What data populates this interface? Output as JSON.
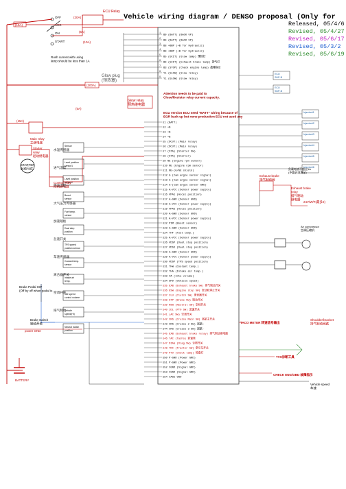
{
  "title": "Vehicle wiring diagram / DENSO proposal (Only for",
  "revisions": [
    {
      "text": "Released, 05/4/6",
      "color": "#000000"
    },
    {
      "text": "Revised, 05/4/27",
      "color": "#2e8b2e"
    },
    {
      "text": "Revised, 05/6/17",
      "color": "#c020c0"
    },
    {
      "text": "Revised, 05/3/2",
      "color": "#2060d0"
    },
    {
      "text": "Revised, 05/6/19",
      "color": "#2e8b2e"
    }
  ],
  "ignition": {
    "off": "OFF",
    "acc": "ACC",
    "on": "ON",
    "start": "START"
  },
  "relays": {
    "ecu_relay": "ECU Relay",
    "main_relay": "Main relay\n主继电器",
    "starter_relay": "Starter\nrelay\n起动继电器",
    "control_relay": "Control relay\n控制继电器",
    "glow_relay": "Glow relay\n预热继电器"
  },
  "fuses": {
    "f1": "(15A)",
    "f2": "(20A)",
    "f3": "(5A)",
    "f4": "(10A)",
    "f5": "(15A)",
    "f6": "(200A)",
    "f7": "(5A)",
    "f8": "(15A)"
  },
  "notes": {
    "rush": "Rush current with using\nlamp should be less than 1A",
    "glow_plug": "Glow plug\n(预热塞)",
    "attention": "Attention needs to be paid to\nClose/Resistor relay current capacity.",
    "ecu_version": "ECU version ECU need \"BATT\" wiring because of\nEGR back-up but none production ECU not used any",
    "brake_pedal": "Brake Pedal SW\n(Off by off when pedal is",
    "brake_switch": "Brake Switch\n制动开关",
    "starter_motor": "STARTER\n起动马达",
    "battery": "BATTERY",
    "power": "power GND",
    "exhaust_relay": "Exhaust brake\nrelay\n排气制动\n继电器",
    "exhaust_valve": "Exhaust brake\n排气制动阀",
    "load_note": "负载电流不超过1A\n(不要必须满足)",
    "valve_note": "24V/W/T(最多2)",
    "ac_compressor": "Air compressor\n空调压缩机",
    "tacho": "TACO METER 转速信号输出",
    "vehicle_speed": "Vehicle speed\n车速",
    "shoulder": "Shoulder/bracket\n排气制动阀路",
    "tvs": "TVS诊断工具",
    "check": "CHECK ENG/OBD 故障指示"
  },
  "side_labels": [
    "水温传感器",
    "进气温度",
    "燃油温度",
    "大气压力传感器",
    "加速踏板",
    "怠速开关",
    "车速传感器",
    "离合器开关",
    "空调开关",
    "排气制动"
  ],
  "sensor_boxes": [
    "Sensor",
    "Level position sensor1",
    "Level position sensor2",
    "Boost sensor",
    "Fuel temp. sensor",
    "Dual step position",
    "TPS speed position sensor",
    "Coolant temp. sensor",
    "Intake air temp.",
    "Idle speed control volume",
    "Vehicle speed(Hi)",
    "Neutral switch position"
  ],
  "top_pins": [
    {
      "n": "1",
      "l": "B9 (BATT) (BACK UP)"
    },
    {
      "n": "2",
      "l": "B9 (BATT) (BACK UP)"
    },
    {
      "n": "3",
      "l": "B8 +BBP (+B for Hydraulic)"
    },
    {
      "n": "4",
      "l": "B8 +BBP (+B for Hydraulic)"
    },
    {
      "n": "5",
      "l": "B5 (GCIT) (Glow lamp) 预热灯"
    },
    {
      "n": "6",
      "l": "B9 (GCIT) (Exhaust brake lamp) 排气灯"
    },
    {
      "n": "7",
      "l": "B3 (STOP) (Check engine lamp) 故障指示"
    },
    {
      "n": "8",
      "l": "Y1 (GLOW) (Glow relay)"
    },
    {
      "n": "9",
      "l": "Y1 (GLOW) (Glow relay)"
    }
  ],
  "ecu_pins": [
    "E1 (BATT)",
    "E2 +B",
    "E3 +B",
    "E4 +B",
    "E5 (DCUT) (Main relay)",
    "E6 (DCUT) (Main relay)",
    "E7 (STA) (Starter SW)",
    "E8 (STA) (Starter)",
    "E9 NE (Engine rpm sensor)",
    "E10 NE (Engine rpm sensor)",
    "E11 NE-(G/NE shield)",
    "E12 G (Cam angle sensor signal)",
    "E13 G (Cam angle sensor signal)",
    "E14 G-(Cam angle sensor GND)",
    "E15 A-VCC (Sensor power supply)",
    "E16 VPA1 (Accel position)",
    "E17 A-GND (Sensor GND)",
    "E18 A-VCC (Sensor power supply)",
    "E19 VPA2 (Accel position)",
    "E20 A-GND (Sensor GND)",
    "E21 A-VCC (Sensor power supply)",
    "E22 PIM (Boost sensor)",
    "E23 A-GND (Sensor GND)",
    "E24 THF (Fuel temp.)",
    "E25 A-VCC (Sensor power supply)",
    "E26 VDSP (Dual step position)",
    "E27 VDS2 (Dual step position)",
    "E28 A-GND (Sensor GND)",
    "E29 A-VCC (Sensor power supply)",
    "E30 VDSP (TPS speed position)",
    "E31 THW (Coolant temp.)",
    "E32 THA (Intake air temp.)",
    "E33 VA (Idle volume)",
    "E34 SPD (Vehicle speed)",
    "E35 EXB (Exhaust brake SW) 排气制动开关",
    "E36 ESW (Engine stop SW) 发动机停止开关",
    "E37 CLU (Clutch SW) 离合器开关",
    "E38 STP (Brake SW) 制动开关",
    "E39 NSW (Neutral SW) 空档开关",
    "E40 IDL (PTO SW) 怠速开关",
    "E41 (AC SW) 空调开关",
    "E42 CRS (Cruise Main SW) 巡航主开关",
    "E43 CRS (Cruise 2 SW) 巡航+",
    "E44 CRS (Cruise 3 SW) 巡航-",
    "E45 EXB (Exhaust brake relay) 排气制动继电器",
    "E46 TAC (Tacho) 转速表",
    "E47 DIAG (Diag SW) 诊断开关",
    "E48 TRC (Tractor SW) 牵引车开关",
    "E49 PTO (Check lamp) 检查灯",
    "E50 P-GND (Power GND)",
    "E51 P-GND (Power GND)",
    "E52 CGND (Signal GND)",
    "E53 CGND (Signal GND)",
    "E54 CASE GND"
  ],
  "right_boxes": [
    "ECU\nSUP-B",
    "ECU\nSUP-B",
    "Injector#1",
    "Injector#2",
    "Injector#3",
    "Injector#4",
    "Injector#5",
    "Injector#6"
  ],
  "fuses_side": [
    "15A",
    "15A"
  ]
}
